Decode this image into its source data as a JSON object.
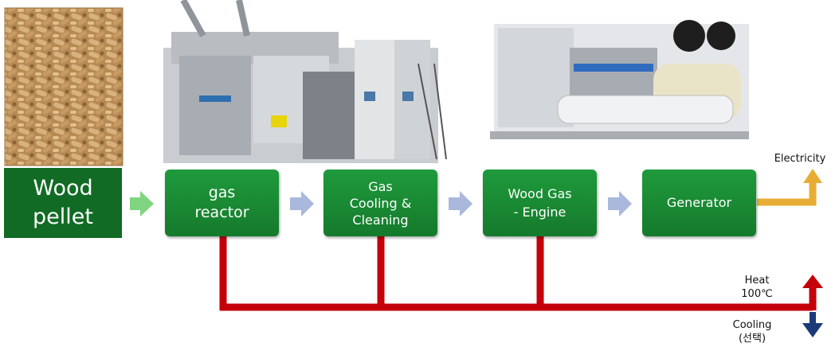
{
  "boxes": {
    "wood_pellet": "Wood\npellet",
    "gas_reactor": "gas\nreactor",
    "gas_cooling": "Gas\nCooling &\nCleaning",
    "wood_gas_engine": "Wood Gas\n- Engine",
    "generator": "Generator"
  },
  "outputs": {
    "electricity": "Electricity",
    "heat": "Heat\n100℃",
    "cooling": "Cooling\n(선택)"
  },
  "colors": {
    "box_green": "#1a8a34",
    "pellet_green": "#116b24",
    "arrow_green": "#7fd47f",
    "arrow_blue": "#a9b8dc",
    "electricity_line": "#e8ad35",
    "heat_line": "#c4000b",
    "cooling_arrow": "#1d3a78"
  },
  "icons": {
    "pellet_photo": "wood-pellets-icon",
    "reactor_photo": "gasifier-plant-icon",
    "engine_photo": "gas-engine-generator-icon"
  }
}
